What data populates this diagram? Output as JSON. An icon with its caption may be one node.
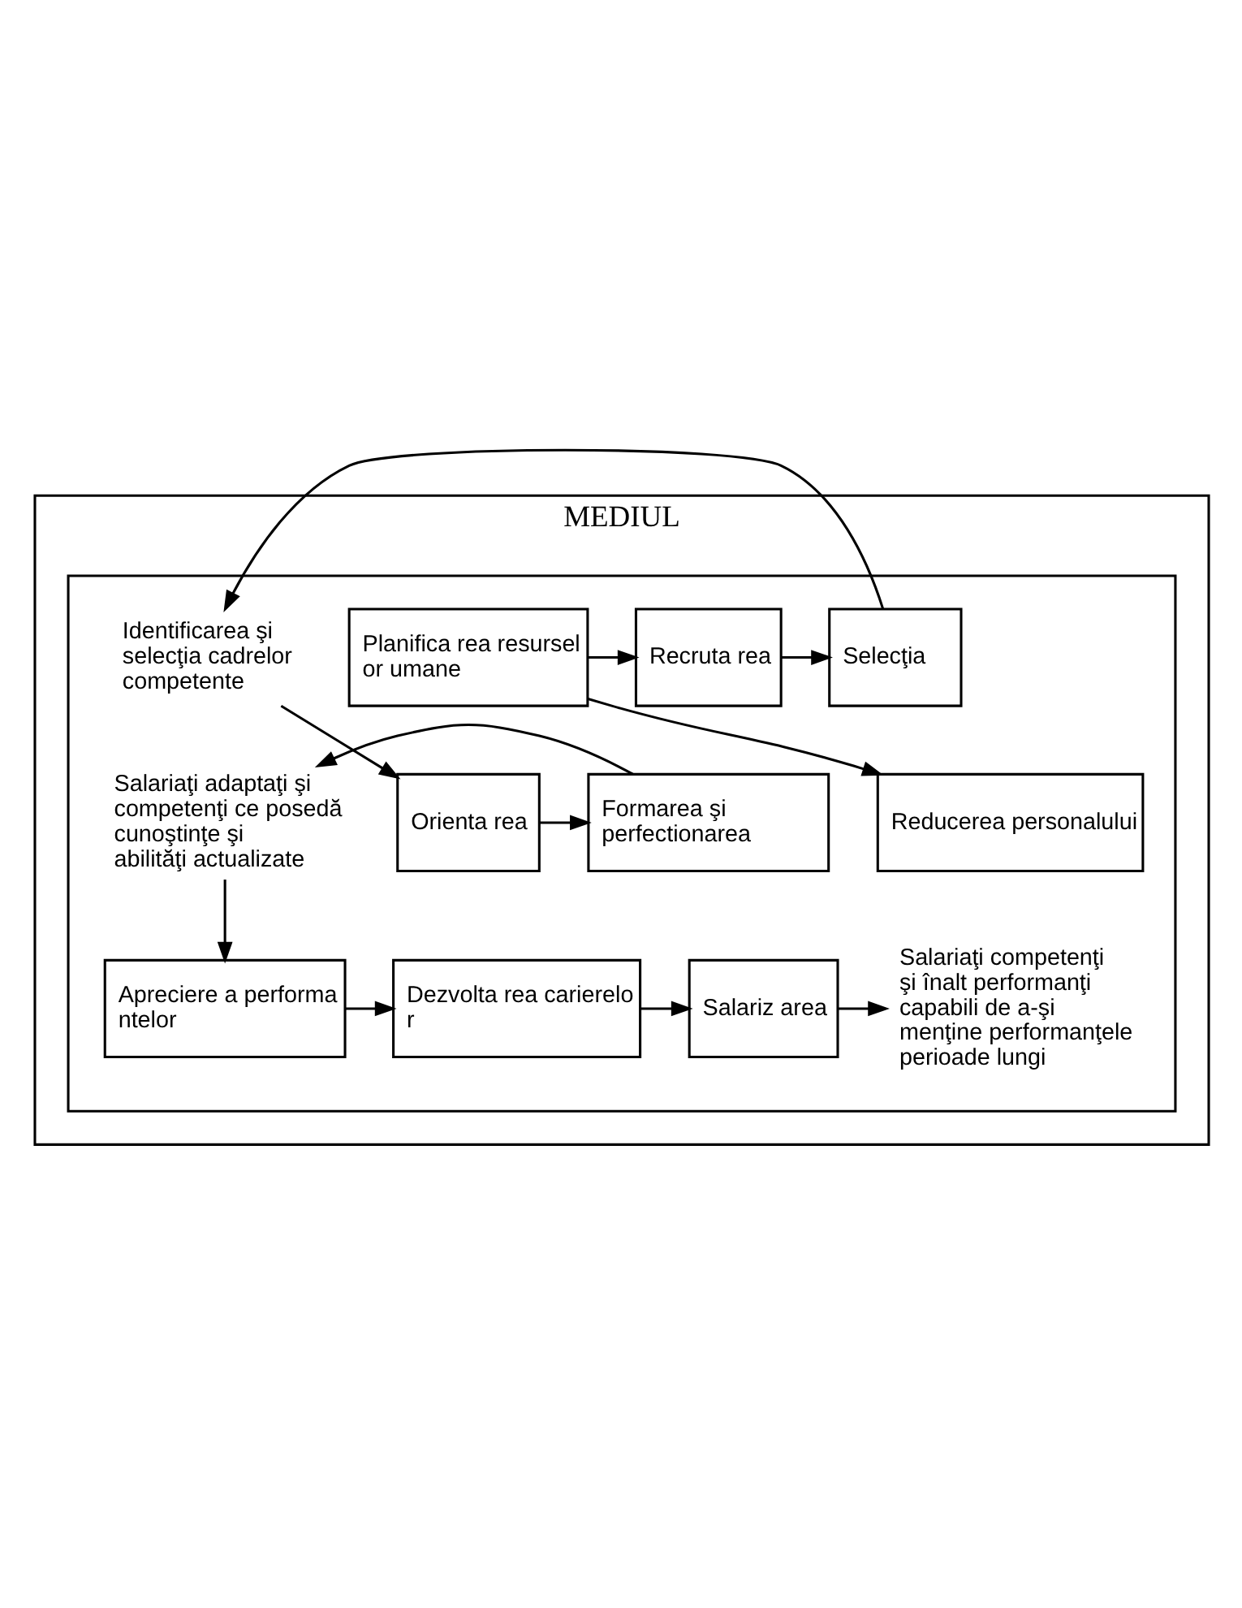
{
  "diagram": {
    "nodes": [
      {
        "text": [
          "MEDIUL"
        ]
      },
      {
        "text": [],
        "shape": "box",
        "in": 0
      },
      {
        "text": [
          "Planifica rea resursel or umane"
        ],
        "in": 1
      },
      {
        "text": [
          "Recruta rea"
        ],
        "in": 1
      },
      {
        "text": [
          "Selecţia"
        ],
        "in": 1
      },
      {
        "text": [
          "Identificarea şi selecţia cadrelor competente"
        ],
        "in": 1
      },
      {
        "text": [
          "Reducerea personalului"
        ],
        "in": 1
      },
      {
        "text": [
          "Orienta rea"
        ],
        "in": 1
      },
      {
        "text": [
          "Formarea şi perfectionarea"
        ],
        "in": 1
      },
      {
        "text": [
          "Salariaţi adaptaţi şi competenţi ce posedă cunoştinţe şi abilităţi actualizate"
        ],
        "in": 1
      },
      {
        "text": [
          "Apreciere a performa ntelor"
        ],
        "in": 1
      },
      {
        "text": [
          "Dezvolta rea carierelo r"
        ],
        "in": 1
      },
      {
        "text": [
          "Salariz area"
        ],
        "in": 1
      },
      {
        "text": [
          "Salariaţi competenţi şi înalt performanţi capabili de a-şi menţine performanţele perioade lungi"
        ],
        "in": 1
      }
    ],
    "edges": [
      {
        "from": 2,
        "to": 3,
        "arrow": "to"
      },
      {
        "from": 3,
        "to": 4,
        "arrow": "to"
      },
      {
        "from": 4,
        "to": 5,
        "arrow": "to"
      },
      {
        "from": 2,
        "to": 6,
        "arrow": "to"
      },
      {
        "from": 5,
        "to": 7,
        "arrow": "to"
      },
      {
        "from": 7,
        "to": 8,
        "arrow": "to"
      },
      {
        "from": 8,
        "to": 9,
        "arrow": "to"
      },
      {
        "from": 9,
        "to": 10,
        "arrow": "to"
      },
      {
        "from": 10,
        "to": 11,
        "arrow": "to"
      },
      {
        "from": 11,
        "to": 12,
        "arrow": "to"
      },
      {
        "from": 12,
        "to": 13,
        "arrow": "to"
      }
    ]
  }
}
